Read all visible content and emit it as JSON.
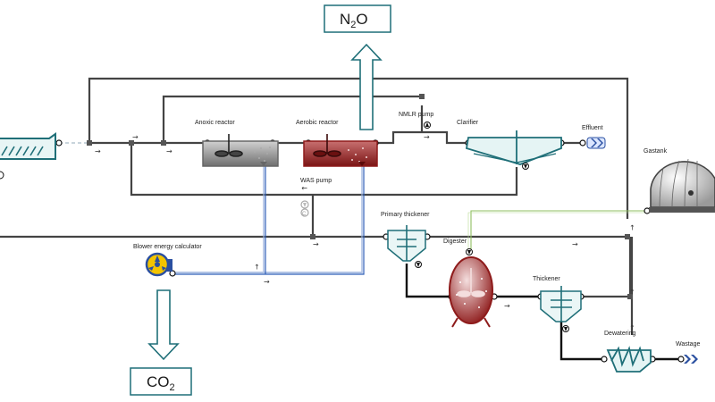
{
  "labels": {
    "anoxic_reactor": "Anoxic reactor",
    "aerobic_reactor": "Aerobic reactor",
    "nmlr_pump": "NMLR pump",
    "clarifier": "Clarifier",
    "effluent": "Effluent",
    "gastank": "Gastank",
    "was_pump": "WAS pump",
    "primary_thickener": "Primary thickener",
    "digester": "Digester",
    "blower_energy_calculator": "Blower energy calculator",
    "thickener": "Thickener",
    "dewatering": "Dewatering",
    "wastage": "Wastage"
  },
  "emissions": {
    "n2o": {
      "main": "N",
      "sub": "2",
      "rest": "O"
    },
    "co2": {
      "main": "CO",
      "sub": "2",
      "rest": ""
    }
  },
  "flow_arrow_glyph": "→",
  "colors": {
    "anoxic": "#8a8a8a",
    "aerobic": "#8e1b1b",
    "teal_unit": "#5aaeb5",
    "air_line": "#2f5fb8",
    "gas_line": "#8fbf60",
    "effluent_chevron": "#2a4fa0"
  },
  "icons": [
    "screen-icon",
    "mixer-icon",
    "pump-icon",
    "blower-icon",
    "gastank-icon",
    "chevron-icon"
  ]
}
